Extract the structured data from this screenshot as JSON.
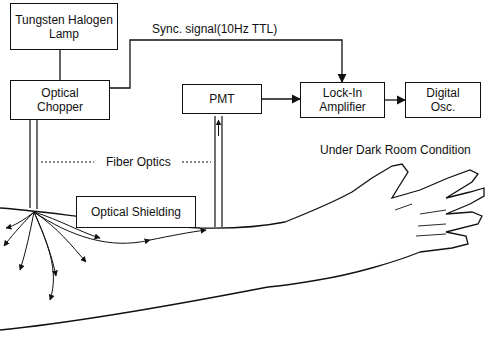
{
  "diagram": {
    "nodes": [
      {
        "text": [
          "Tungsten Halogen Lamp"
        ]
      },
      {
        "text": [
          "Optical Chopper"
        ]
      },
      {
        "text": [
          "PMT"
        ]
      },
      {
        "text": [
          "Lock-In Amplifier"
        ]
      },
      {
        "text": [
          "Digital Osc."
        ]
      },
      {
        "text": [
          "Optical Shielding"
        ]
      }
    ],
    "edges": [
      {
        "from": 0,
        "to": 1,
        "arrow": "none"
      },
      {
        "from": 1,
        "to": 3,
        "label": "Sync. signal(10Hz TTL)",
        "arrow": "to"
      },
      {
        "from": 2,
        "to": 3,
        "arrow": "to"
      },
      {
        "from": 3,
        "to": 4,
        "arrow": "to"
      }
    ],
    "labels": [
      "Fiber Optics",
      "Under Dark Room Condition"
    ]
  }
}
